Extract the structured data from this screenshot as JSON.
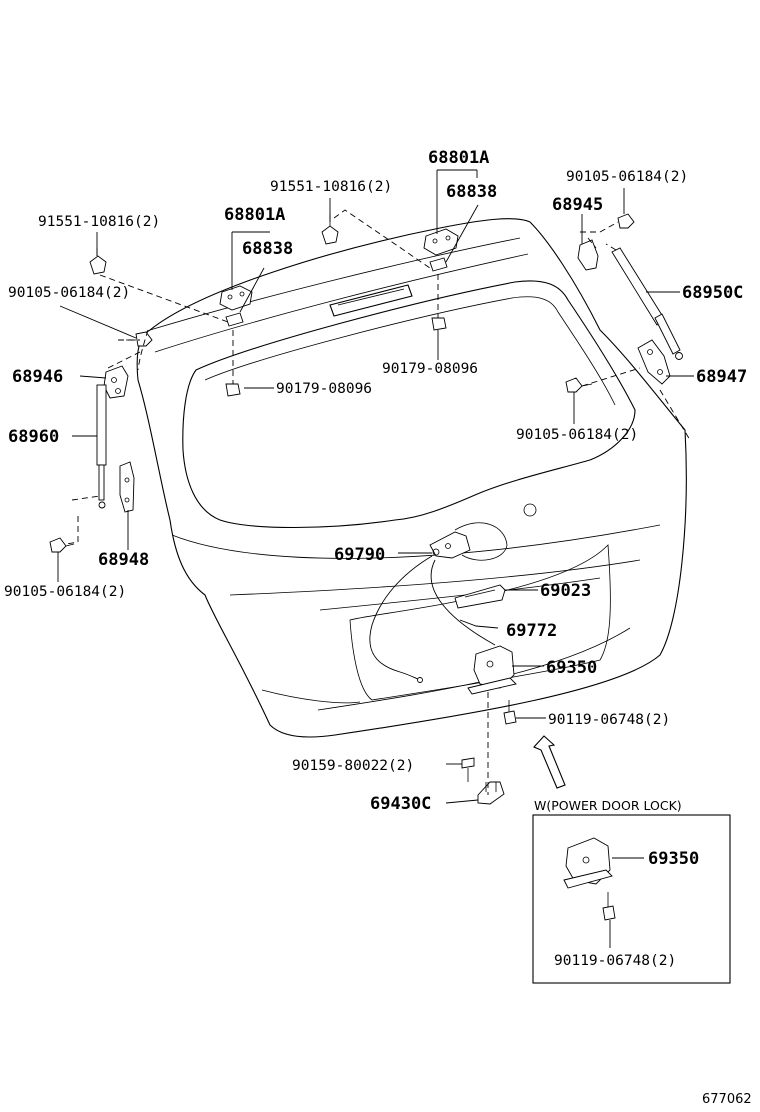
{
  "parts": {
    "p_68801a_left": "68801A",
    "p_68838_left": "68838",
    "p_91551_left": "91551-10816(2)",
    "p_90105_top_left": "90105-06184(2)",
    "p_91551_center": "91551-10816(2)",
    "p_68801a_right": "68801A",
    "p_68838_right": "68838",
    "p_90105_top_right": "90105-06184(2)",
    "p_68945": "68945",
    "p_68950c": "68950C",
    "p_68946": "68946",
    "p_90179_left": "90179-08096",
    "p_90179_right": "90179-08096",
    "p_68947": "68947",
    "p_68960": "68960",
    "p_90105_mid_right": "90105-06184(2)",
    "p_68948": "68948",
    "p_90105_bottom_left": "90105-06184(2)",
    "p_69790": "69790",
    "p_69023": "69023",
    "p_69772": "69772",
    "p_69350": "69350",
    "p_90119": "90119-06748(2)",
    "p_90159": "90159-80022(2)",
    "p_69430c": "69430C",
    "p_69350_inset": "69350",
    "p_90119_inset": "90119-06748(2)"
  },
  "inset": {
    "title": "W(POWER DOOR LOCK)"
  },
  "diagram_code": "677062"
}
